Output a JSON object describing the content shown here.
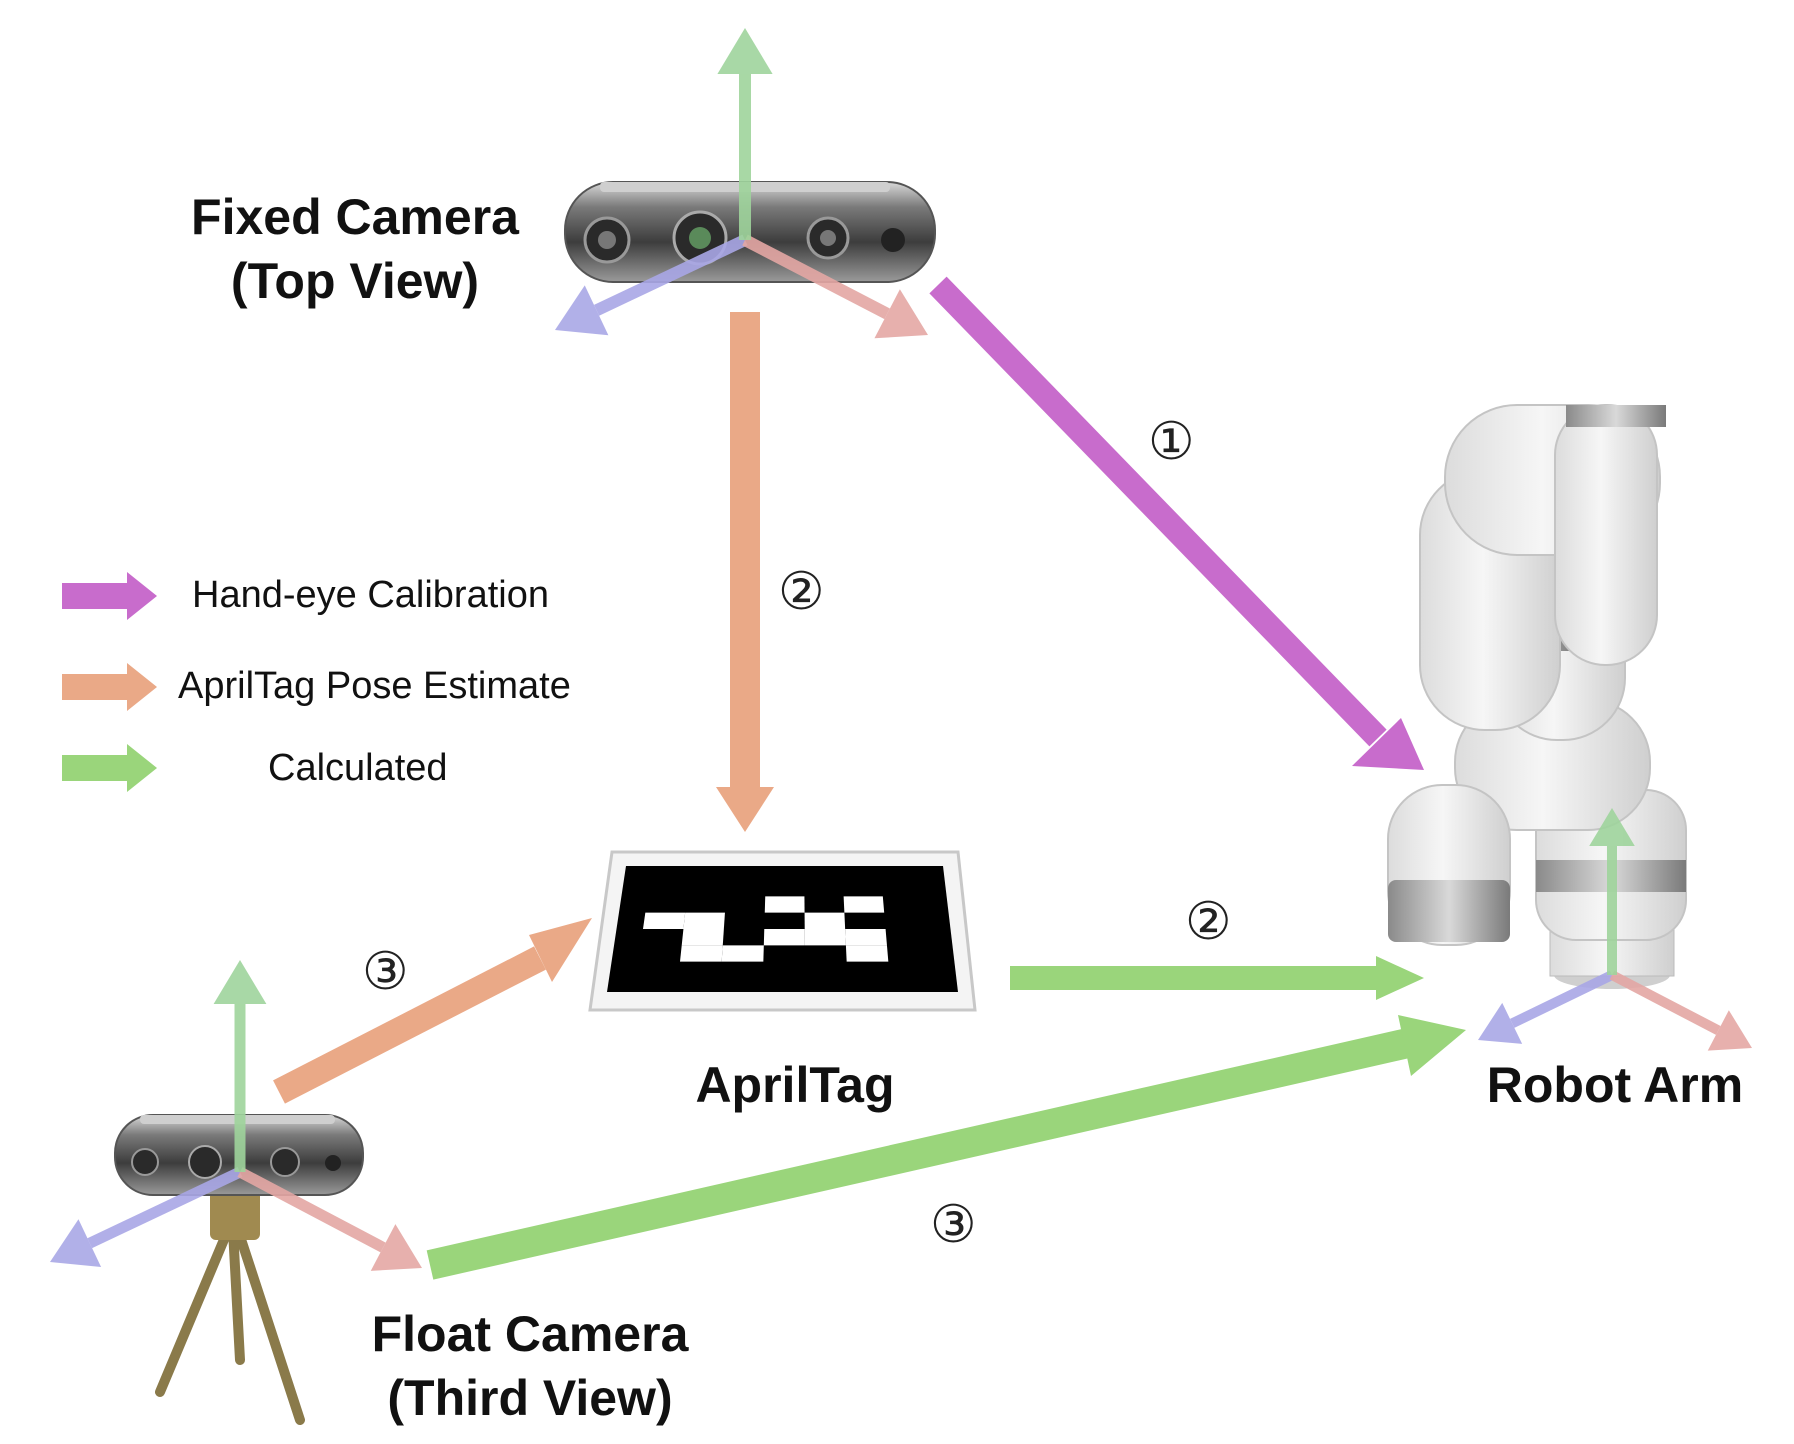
{
  "nodes": {
    "fixed_camera": [
      "Fixed Camera",
      "(Top View)"
    ],
    "float_camera": [
      "Float Camera",
      "(Third View)"
    ],
    "apriltag": "AprilTag",
    "robot_arm": "Robot Arm"
  },
  "legend": [
    {
      "label": "Hand-eye Calibration",
      "color": "#c86ccc"
    },
    {
      "label": "AprilTag Pose Estimate",
      "color": "#eaa987"
    },
    {
      "label": "Calculated",
      "color": "#9ad57b"
    }
  ],
  "step_labels": {
    "hand_eye": "①",
    "pose_top": "②",
    "calc_tag_robot": "②",
    "pose_float": "③",
    "calc_float_robot": "③"
  },
  "axis_colors": {
    "x": "#e4a7a4",
    "y": "#9fd49c",
    "z": "#a9a7e6"
  },
  "apriltag_pattern": [
    "0000000",
    "0001010",
    "1100100",
    "0101110",
    "0110010",
    "0000000"
  ]
}
